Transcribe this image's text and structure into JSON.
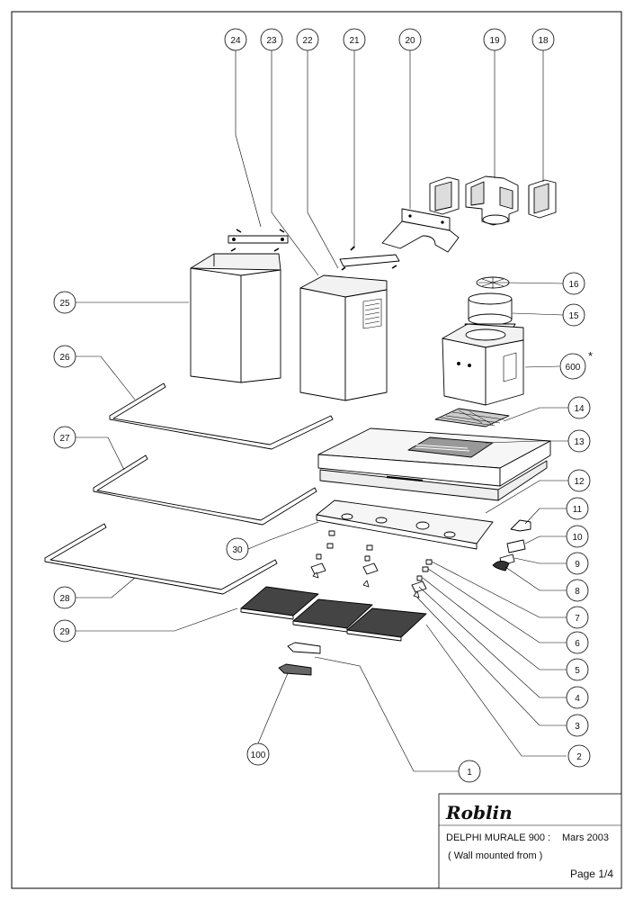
{
  "callouts": [
    {
      "id": "c24",
      "label": "24"
    },
    {
      "id": "c23",
      "label": "23"
    },
    {
      "id": "c22",
      "label": "22"
    },
    {
      "id": "c21",
      "label": "21"
    },
    {
      "id": "c20",
      "label": "20"
    },
    {
      "id": "c19",
      "label": "19"
    },
    {
      "id": "c18",
      "label": "18"
    },
    {
      "id": "c16",
      "label": "16"
    },
    {
      "id": "c15",
      "label": "15"
    },
    {
      "id": "c600",
      "label": "600"
    },
    {
      "id": "c14",
      "label": "14"
    },
    {
      "id": "c13",
      "label": "13"
    },
    {
      "id": "c12",
      "label": "12"
    },
    {
      "id": "c11",
      "label": "11"
    },
    {
      "id": "c10",
      "label": "10"
    },
    {
      "id": "c9",
      "label": "9"
    },
    {
      "id": "c8",
      "label": "8"
    },
    {
      "id": "c7",
      "label": "7"
    },
    {
      "id": "c6",
      "label": "6"
    },
    {
      "id": "c5",
      "label": "5"
    },
    {
      "id": "c4",
      "label": "4"
    },
    {
      "id": "c3",
      "label": "3"
    },
    {
      "id": "c2",
      "label": "2"
    },
    {
      "id": "c1",
      "label": "1"
    },
    {
      "id": "c25",
      "label": "25"
    },
    {
      "id": "c26",
      "label": "26"
    },
    {
      "id": "c27",
      "label": "27"
    },
    {
      "id": "c28",
      "label": "28"
    },
    {
      "id": "c29",
      "label": "29"
    },
    {
      "id": "c30",
      "label": "30"
    },
    {
      "id": "c100",
      "label": "100"
    }
  ],
  "asterisk": "*",
  "title_block": {
    "brand": "Roblin",
    "model": "DELPHI MURALE 900 :",
    "date": "Mars 2003",
    "subtitle": "( Wall mounted from )",
    "page": "Page 1/4"
  }
}
